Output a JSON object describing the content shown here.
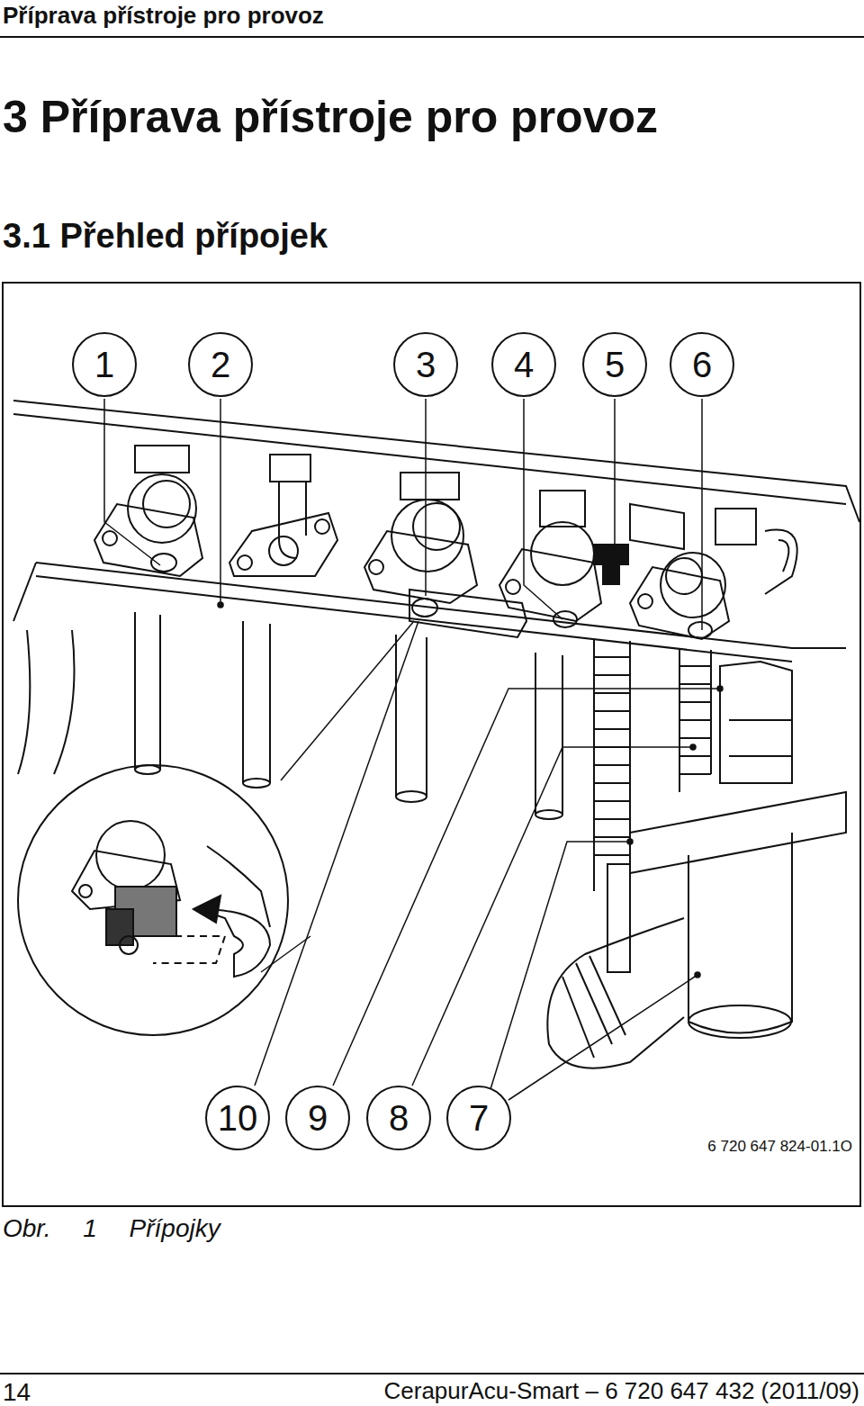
{
  "diagram": {
    "title": "3 Příprava přístroje pro provoz",
    "caption": "Obr. 1 Přípojky",
    "nodes": [
      {
        "text": [
          "1"
        ]
      },
      {
        "text": [
          "2"
        ]
      },
      {
        "text": [
          "3"
        ]
      },
      {
        "text": [
          "4"
        ]
      },
      {
        "text": [
          "5"
        ]
      },
      {
        "text": [
          "6"
        ]
      },
      {
        "text": [
          "10"
        ]
      },
      {
        "text": [
          "9"
        ]
      },
      {
        "text": [
          "8"
        ]
      },
      {
        "text": [
          "7"
        ]
      }
    ],
    "labels": [
      "Příprava přístroje pro provoz",
      "3.1 Přehled přípojek",
      "6 720 647 824-01.1O",
      "14",
      "CerapurAcu-Smart – 6 720 647 432 (2011/09)"
    ]
  }
}
